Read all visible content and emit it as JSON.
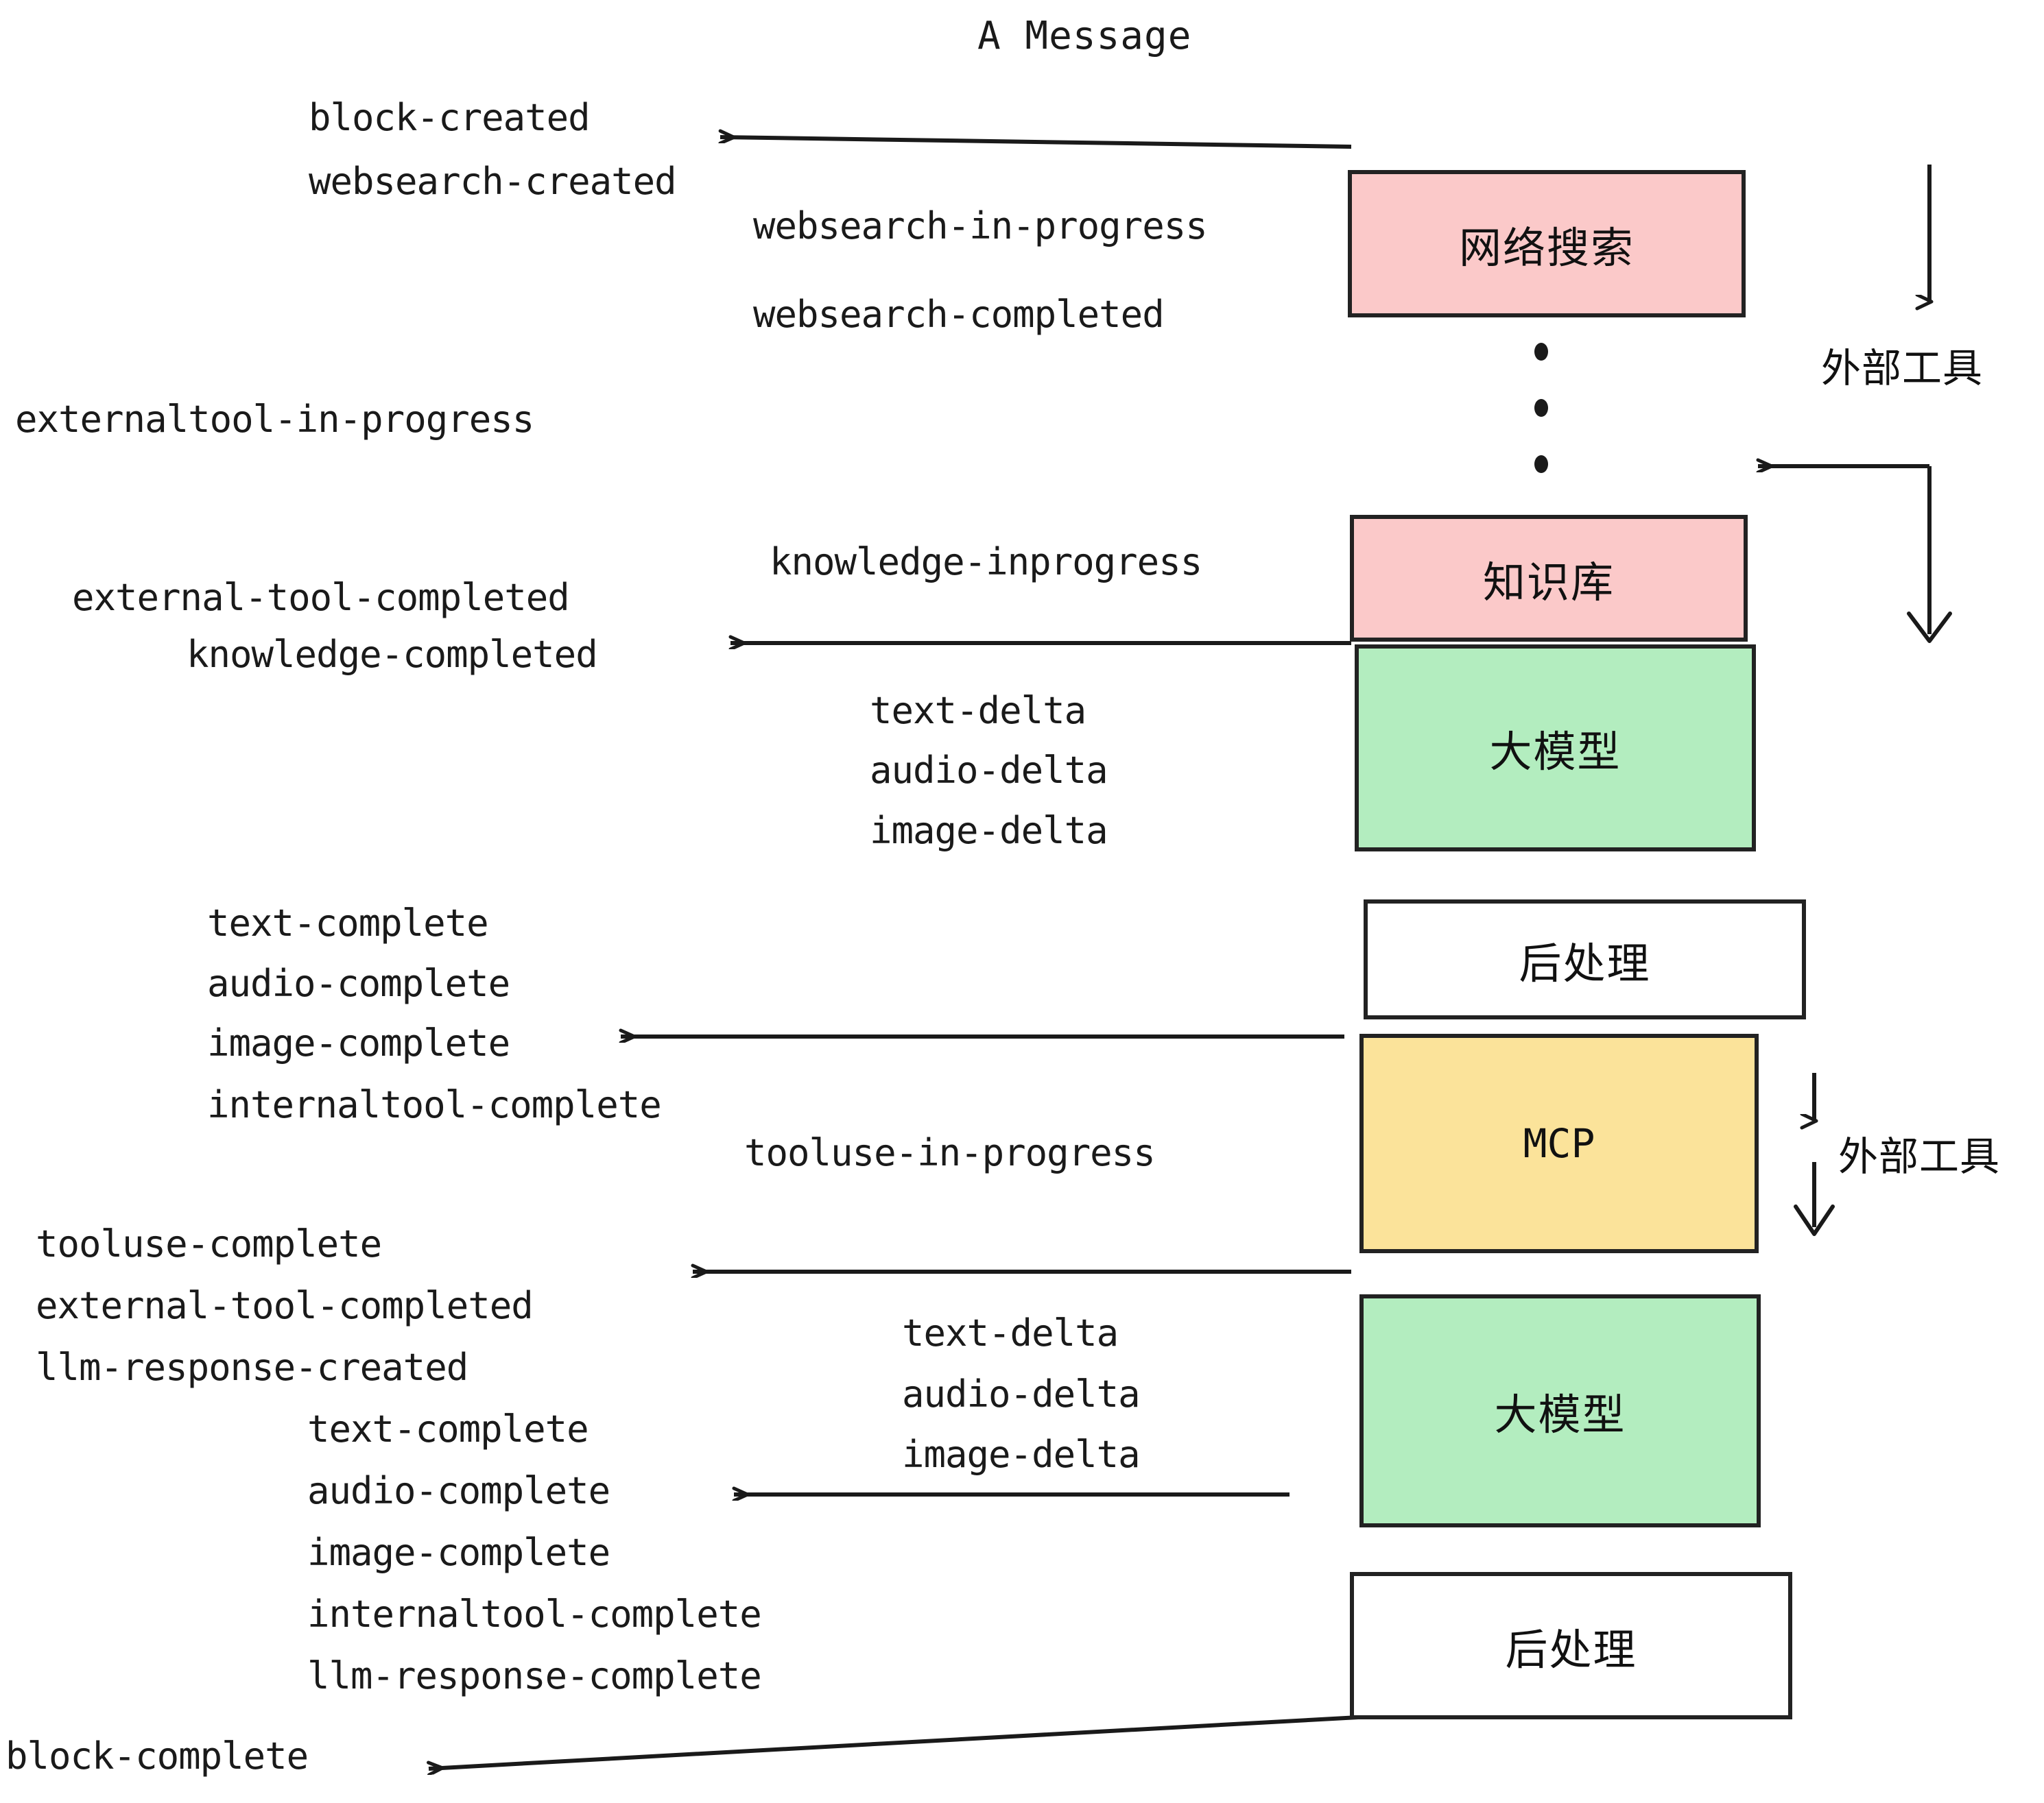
{
  "title": "A Message",
  "colors": {
    "external_tool_box": "#fbc9c9",
    "llm_box": "#b3edbf",
    "mcp_box": "#fbe39a",
    "postprocess_box": "#ffffff",
    "stroke": "#222222",
    "text": "#1a1a1a",
    "background": "#ffffff"
  },
  "nodes": [
    {
      "id": "websearch",
      "label": "网络搜索",
      "kind": "external-tool"
    },
    {
      "id": "knowledge",
      "label": "知识库",
      "kind": "external-tool"
    },
    {
      "id": "llm-first",
      "label": "大模型",
      "kind": "llm"
    },
    {
      "id": "postprocess-1",
      "label": "后处理",
      "kind": "postprocess"
    },
    {
      "id": "mcp",
      "label": "MCP",
      "kind": "mcp"
    },
    {
      "id": "llm-second",
      "label": "大模型",
      "kind": "llm"
    },
    {
      "id": "postprocess-2",
      "label": "后处理",
      "kind": "postprocess"
    }
  ],
  "group_labels": [
    {
      "id": "external-tools-top",
      "label": "外部工具"
    },
    {
      "id": "external-tools-bottom",
      "label": "外部工具"
    }
  ],
  "events": [
    {
      "id": "block-created",
      "text": "block-created"
    },
    {
      "id": "websearch-created",
      "text": "websearch-created"
    },
    {
      "id": "websearch-in-progress",
      "text": "websearch-in-progress"
    },
    {
      "id": "websearch-completed",
      "text": "websearch-completed"
    },
    {
      "id": "externaltool-in-progress",
      "text": "externaltool-in-progress"
    },
    {
      "id": "knowledge-inprogress",
      "text": "knowledge-inprogress"
    },
    {
      "id": "external-tool-completed-1",
      "text": "external-tool-completed"
    },
    {
      "id": "knowledge-completed",
      "text": "knowledge-completed"
    },
    {
      "id": "text-delta-1",
      "text": "text-delta"
    },
    {
      "id": "audio-delta-1",
      "text": "audio-delta"
    },
    {
      "id": "image-delta-1",
      "text": "image-delta"
    },
    {
      "id": "text-complete-1",
      "text": "text-complete"
    },
    {
      "id": "audio-complete-1",
      "text": "audio-complete"
    },
    {
      "id": "image-complete-1",
      "text": "image-complete"
    },
    {
      "id": "internaltool-complete-1",
      "text": "internaltool-complete"
    },
    {
      "id": "tooluse-in-progress",
      "text": "tooluse-in-progress"
    },
    {
      "id": "tooluse-complete",
      "text": "tooluse-complete"
    },
    {
      "id": "external-tool-completed-2",
      "text": "external-tool-completed"
    },
    {
      "id": "llm-response-created",
      "text": "llm-response-created"
    },
    {
      "id": "text-delta-2",
      "text": "text-delta"
    },
    {
      "id": "audio-delta-2",
      "text": "audio-delta"
    },
    {
      "id": "image-delta-2",
      "text": "image-delta"
    },
    {
      "id": "text-complete-2",
      "text": "text-complete"
    },
    {
      "id": "audio-complete-2",
      "text": "audio-complete"
    },
    {
      "id": "image-complete-2",
      "text": "image-complete"
    },
    {
      "id": "internaltool-complete-2",
      "text": "internaltool-complete"
    },
    {
      "id": "llm-response-complete",
      "text": "llm-response-complete"
    },
    {
      "id": "block-complete",
      "text": "block-complete"
    }
  ]
}
